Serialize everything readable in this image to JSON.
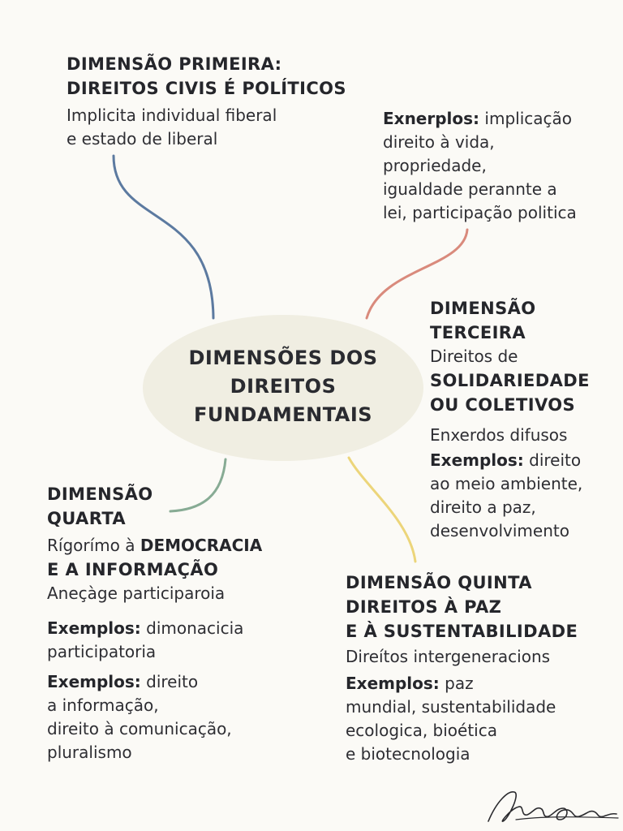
{
  "center": {
    "lines": [
      "DIMENSÕES DOS",
      "DIREITOS",
      "FUNDAMENTAIS"
    ]
  },
  "first": {
    "title": [
      "DIMENSÃO PRIMEIRA:",
      "DIREITOS CIVIS É POLÍTICOS"
    ],
    "desc": [
      "Implicita individual fiberal",
      "e estado de liberal"
    ]
  },
  "first_examples": {
    "label": "Exnerplos:",
    "first_line_rest": " implicação",
    "lines": [
      "direito à vida,",
      "propriedade,",
      "igualdade perannte a",
      "lei, participação politica"
    ]
  },
  "third": {
    "title": [
      "DIMENSÃO",
      "TERCEIRA"
    ],
    "subtitle_prefix": "Direitos de",
    "subtitle_bold": [
      "SOLIDARIEDADE",
      "OU COLETIVOS"
    ],
    "desc": "Enxerdos difusos",
    "examples_label": "Exemplos:",
    "examples_first_rest": " direito",
    "examples_lines": [
      "ao meio ambiente,",
      "direito a paz,",
      "desenvolvimento"
    ]
  },
  "fourth": {
    "title": [
      "DIMENSÃO",
      "QUARTA"
    ],
    "subtitle_prefix": "Rígorímo à ",
    "subtitle_bold_1": "DEMOCRACIA",
    "subtitle_bold_2": "E A INFORMAÇÃO",
    "desc": "Aneçàge participaroia",
    "ex1_label": "Exemplos:",
    "ex1_rest": " dimonacicia",
    "ex1_lines": [
      "participatoria"
    ],
    "ex2_label": "Exemplos:",
    "ex2_rest": " direito",
    "ex2_lines": [
      "a informação,",
      "direito à comunicação,",
      "pluralismo"
    ]
  },
  "fifth": {
    "title": [
      "DIMENSÃO QUINTA",
      "DIREITOS À PAZ",
      "E À SUSTENTABILIDADE"
    ],
    "desc": "Direítos intergeneracions",
    "examples_label": "Exemplos:",
    "examples_first_rest": " paz",
    "examples_lines": [
      "mundial, sustentabilidade",
      "ecologica, bioética",
      "e biotecnologia"
    ]
  },
  "signature": "signature",
  "colors": {
    "blue": "#5c7aa0",
    "red": "#d98a7c",
    "green": "#87ab94",
    "yellow": "#ecd57a",
    "center_fill": "#f0eee2"
  }
}
